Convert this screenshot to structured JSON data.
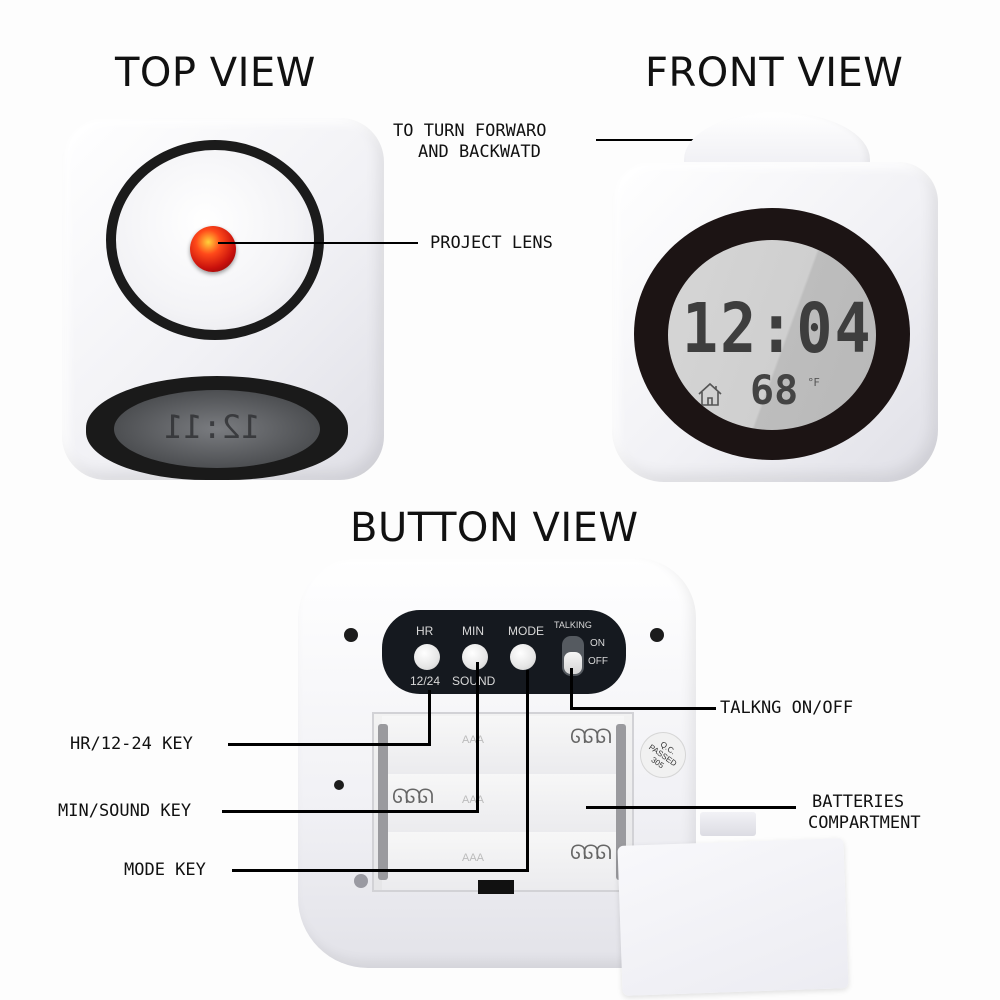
{
  "titles": {
    "top_view": "TOP VIEW",
    "front_view": "FRONT VIEW",
    "button_view": "BUTTON VIEW"
  },
  "callouts": {
    "turn_line1": "TO TURN FORWARO",
    "turn_line2": "AND BACKWATD",
    "project_lens": "PROJECT LENS",
    "talking": "TALKNG ON/OFF",
    "hr_key": "HR/12-24 KEY",
    "min_key": "MIN/SOUND KEY",
    "mode_key": "MODE KEY",
    "batteries_line1": "BATTERIES",
    "batteries_line2": "COMPARTMENT"
  },
  "front_lcd": {
    "time": "12:04",
    "temperature": "68",
    "unit": "°F",
    "icon": "house-icon"
  },
  "top_lcd": {
    "time_mirrored": "12:11"
  },
  "panel": {
    "hr": "HR",
    "min": "MIN",
    "mode": "MODE",
    "talking": "TALKING",
    "on": "ON",
    "off": "OFF",
    "hr_sub": "12/24",
    "min_sub": "SOUND"
  },
  "compartment": {
    "battery_label": "AAA",
    "qc_line1": "Q.C.",
    "qc_line2": "PASSED",
    "qc_line3": "305"
  },
  "colors": {
    "lens_red": "#d0140e",
    "ring_black": "#1b1b1b",
    "panel_dark": "#15191f",
    "lcd_gray": "#cfcfcf",
    "body_white": "#f4f4f7"
  }
}
